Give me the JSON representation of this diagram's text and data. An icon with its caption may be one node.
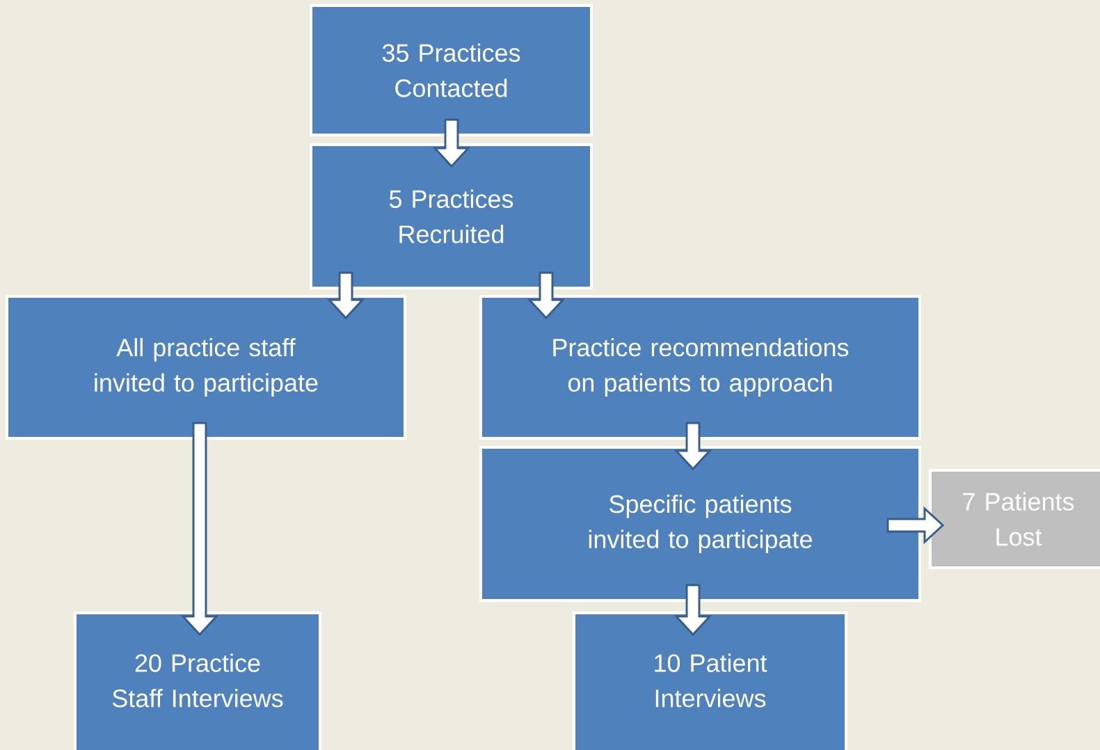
{
  "diagram": {
    "nodes": [
      {
        "text": [
          "35 Practices Contacted"
        ]
      },
      {
        "text": [
          "5 Practices Recruited"
        ]
      },
      {
        "text": [
          "All practice staff invited to participate"
        ]
      },
      {
        "text": [
          "Practice recommendations on patients to approach"
        ]
      },
      {
        "text": [
          "Specific patients invited to participate"
        ]
      },
      {
        "text": [
          "7 Patients Lost"
        ]
      },
      {
        "text": [
          "20 Practice Staff Interviews"
        ]
      },
      {
        "text": [
          "10 Patient Interviews"
        ]
      }
    ],
    "edges": [
      {
        "from": 0,
        "to": 1,
        "arrow": "to"
      },
      {
        "from": 1,
        "to": 2,
        "arrow": "to"
      },
      {
        "from": 1,
        "to": 3,
        "arrow": "to"
      },
      {
        "from": 3,
        "to": 4,
        "arrow": "to"
      },
      {
        "from": 4,
        "to": 5,
        "arrow": "to"
      },
      {
        "from": 2,
        "to": 6,
        "arrow": "to"
      },
      {
        "from": 4,
        "to": 7,
        "arrow": "to"
      }
    ]
  }
}
